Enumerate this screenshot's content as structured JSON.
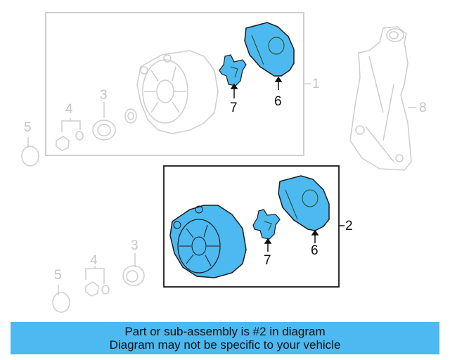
{
  "diagram": {
    "highlight_color": "#4cb9f0",
    "ghost_color": "#c4c4c4",
    "outline_color": "#1a1a1a",
    "groups": [
      {
        "id": "upper-box",
        "callout": "1",
        "style": "ghost"
      },
      {
        "id": "lower-box",
        "callout": "2",
        "style": "highlighted"
      }
    ],
    "callouts": {
      "c1": "1",
      "c2": "2",
      "c3_upper": "3",
      "c3_lower": "3",
      "c4_upper": "4",
      "c4_lower": "4",
      "c5_upper": "5",
      "c5_lower": "5",
      "c6_upper": "6",
      "c6_lower": "6",
      "c7_upper": "7",
      "c7_lower": "7",
      "c8": "8"
    },
    "parts": [
      {
        "label": "alternator"
      },
      {
        "label": "regulator",
        "callout": "7"
      },
      {
        "label": "rear cover",
        "callout": "6"
      },
      {
        "label": "pulley",
        "callout": "3"
      },
      {
        "label": "nut and washer",
        "callout": "4"
      },
      {
        "label": "cap",
        "callout": "5"
      },
      {
        "label": "bracket",
        "callout": "8"
      }
    ]
  },
  "banner": {
    "line1": "Part or sub-assembly is #2 in diagram",
    "line2": "Diagram may not be specific to your vehicle",
    "background": "#4cb9f0"
  }
}
